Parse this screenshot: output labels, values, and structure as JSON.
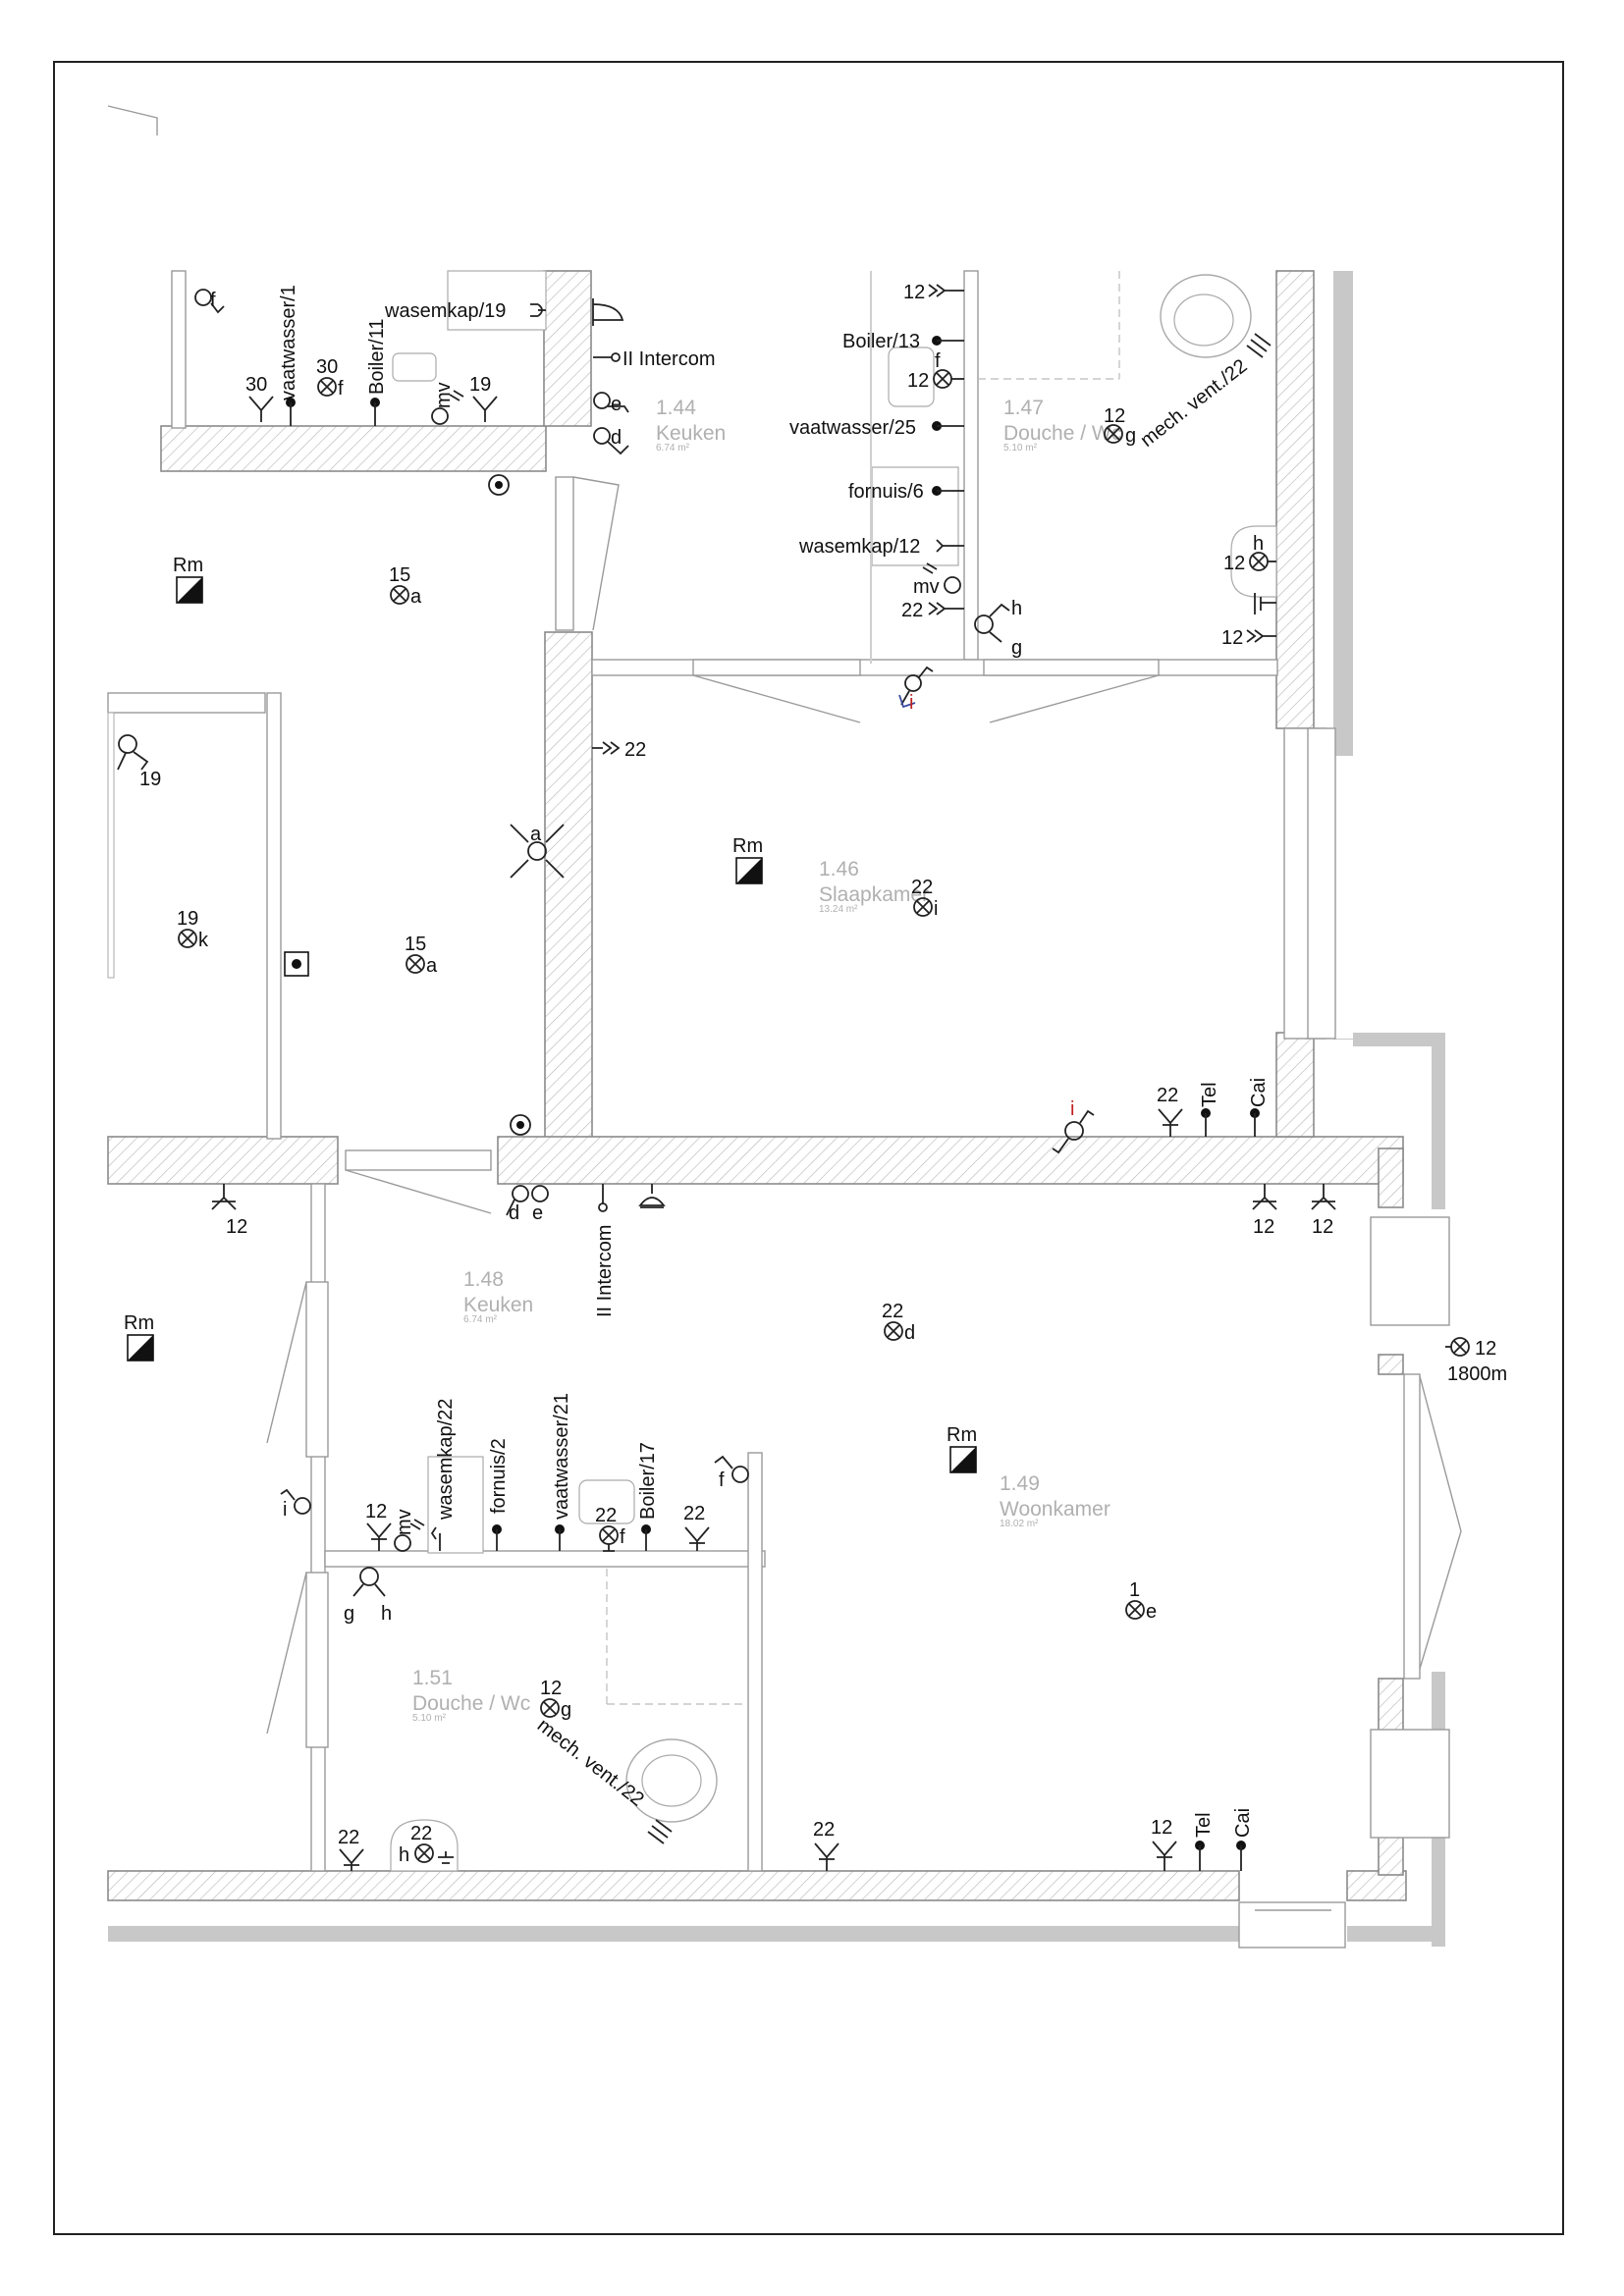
{
  "rooms": [
    {
      "number": "1.44",
      "name": "Keuken",
      "area": "6.74 m²"
    },
    {
      "number": "1.47",
      "name": "Douche / Wc",
      "area": "5.10 m²"
    },
    {
      "number": "1.46",
      "name": "Slaapkamer",
      "area": "13.24 m²"
    },
    {
      "number": "1.48",
      "name": "Keuken",
      "area": "6.74 m²"
    },
    {
      "number": "1.49",
      "name": "Woonkamer",
      "area": "18.02 m²"
    },
    {
      "number": "1.51",
      "name": "Douche / Wc",
      "area": "5.10 m²"
    }
  ],
  "labels": {
    "vaatwasser_1": "vaatwasser/1",
    "boiler_11": "Boiler/11",
    "wasemkap_19": "wasemkap/19",
    "intercom": "II Intercom",
    "boiler_13": "Boiler/13",
    "vaatwasser_25": "vaatwasser/25",
    "fornuis_6": "fornuis/6",
    "wasemkap_12": "wasemkap/12",
    "mech_vent_top": "mech. vent./22",
    "mech_vent_bottom": "mech. vent./22",
    "wasemkap_22": "wasemkap/22",
    "fornuis_2": "fornuis/2",
    "vaatwasser_21": "vaatwasser/21",
    "boiler_17": "Boiler/17",
    "tel": "Tel",
    "cai": "Cai",
    "rm": "Rm",
    "mv": "mv",
    "len_1800": "1800m"
  },
  "symbols": {
    "n30": "30",
    "n19": "19",
    "n15": "15",
    "n12": "12",
    "n22": "22",
    "n1": "1",
    "a": "a",
    "d": "d",
    "e": "e",
    "f": "f",
    "g": "g",
    "h": "h",
    "i": "i",
    "k": "k"
  }
}
